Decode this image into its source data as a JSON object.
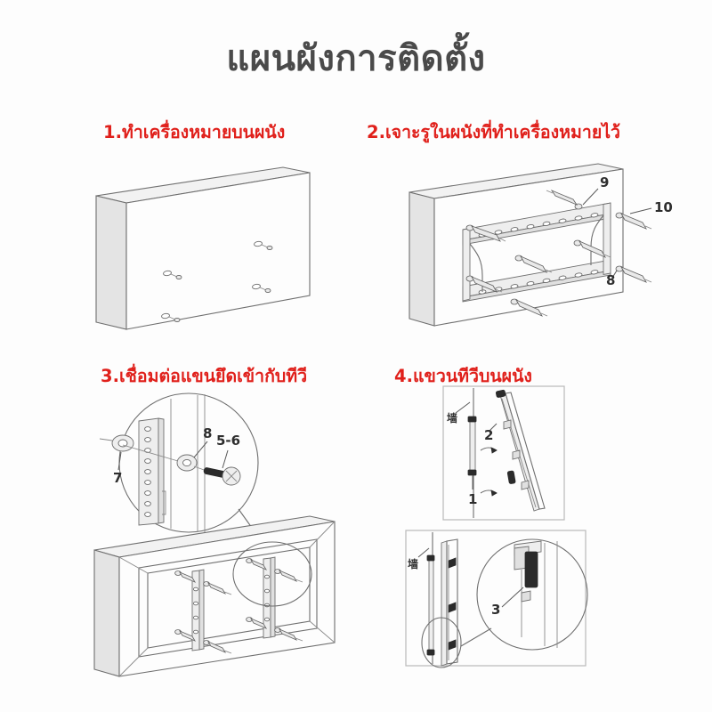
{
  "page": {
    "title": "แผนผังการติดตั้ง",
    "background_color": "#fdfdfd",
    "title_color": "#4a4a4a",
    "step_label_color": "#e0201b",
    "line_color": "#6f6f6f"
  },
  "steps": [
    {
      "id": 1,
      "label": "1.ทำเครื่องหมายบนผนัง"
    },
    {
      "id": 2,
      "label": "2.เจาะรูในผนังที่ทำเครื่องหมายไว้"
    },
    {
      "id": 3,
      "label": "3.เชื่อมต่อแขนยึดเข้ากับทีวี"
    },
    {
      "id": 4,
      "label": "4.แขวนทีวีบนผนัง"
    }
  ],
  "panels": {
    "panel1": {
      "name": "wall-with-marks",
      "part_numbers": []
    },
    "panel2": {
      "name": "wall-plate-mounted",
      "part_numbers": [
        "9",
        "10",
        "8"
      ]
    },
    "panel3": {
      "name": "arms-attached-to-tv",
      "part_numbers": [
        "7",
        "8",
        "5-6"
      ],
      "detail_numbers": {
        "n7": "7",
        "n8": "8",
        "n56": "5-6"
      }
    },
    "panel4": {
      "name": "hang-tv-on-wall",
      "top_view": {
        "wall_text": "墙",
        "part_numbers": [
          "1",
          "2"
        ]
      },
      "bottom_view": {
        "wall_text": "墙",
        "part_numbers": [
          "3"
        ]
      }
    }
  }
}
